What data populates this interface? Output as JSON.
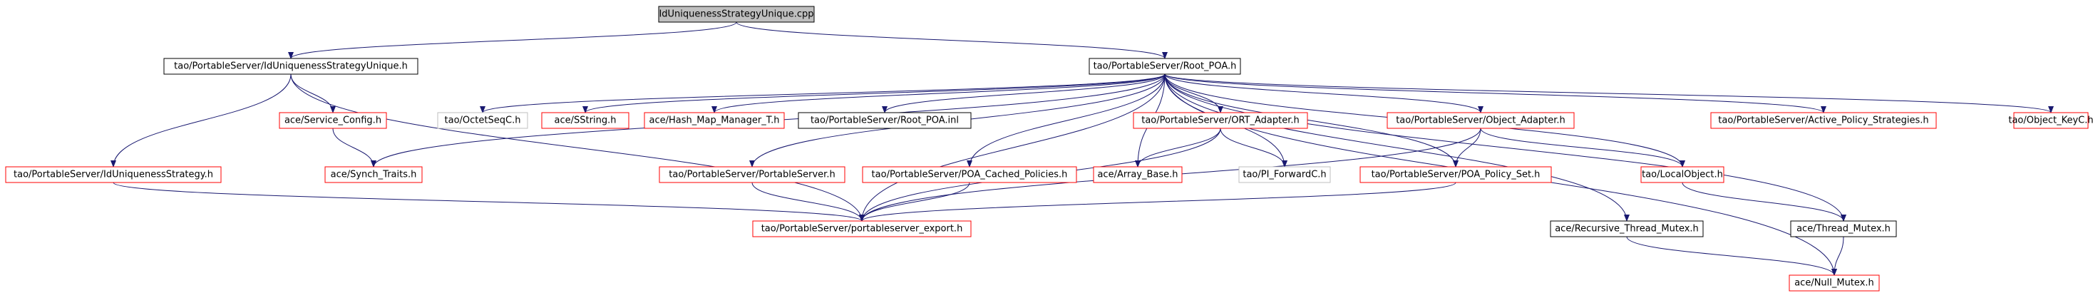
{
  "graph": {
    "colors": {
      "edge": "#191970",
      "root_fill": "#bfbfbf",
      "root_border": "#000000",
      "documented_border": "#000000",
      "undocumented_border": "#ff0000",
      "external_border": "#bfbfbf",
      "node_fill": "#ffffff"
    },
    "nodes": [
      {
        "id": "n0",
        "label": "IdUniquenessStrategyUnique.cpp",
        "kind": "root"
      },
      {
        "id": "n1",
        "label": "tao/PortableServer/IdUniquenessStrategyUnique.h",
        "kind": "documented"
      },
      {
        "id": "n2",
        "label": "tao/PortableServer/Root_POA.h",
        "kind": "documented"
      },
      {
        "id": "n3",
        "label": "ace/Service_Config.h",
        "kind": "undocumented"
      },
      {
        "id": "n4",
        "label": "tao/PortableServer/IdUniquenessStrategy.h",
        "kind": "undocumented"
      },
      {
        "id": "n5",
        "label": "ace/Synch_Traits.h",
        "kind": "undocumented"
      },
      {
        "id": "n6",
        "label": "tao/OctetSeqC.h",
        "kind": "external"
      },
      {
        "id": "n7",
        "label": "ace/SString.h",
        "kind": "undocumented"
      },
      {
        "id": "n8",
        "label": "ace/Hash_Map_Manager_T.h",
        "kind": "undocumented"
      },
      {
        "id": "n9",
        "label": "tao/PortableServer/Root_POA.inl",
        "kind": "documented"
      },
      {
        "id": "n10",
        "label": "tao/PortableServer/ORT_Adapter.h",
        "kind": "undocumented"
      },
      {
        "id": "n11",
        "label": "tao/PortableServer/Object_Adapter.h",
        "kind": "undocumented"
      },
      {
        "id": "n12",
        "label": "tao/PortableServer/Active_Policy_Strategies.h",
        "kind": "undocumented"
      },
      {
        "id": "n13",
        "label": "tao/Object_KeyC.h",
        "kind": "undocumented"
      },
      {
        "id": "n14",
        "label": "tao/PortableServer/PortableServer.h",
        "kind": "undocumented"
      },
      {
        "id": "n15",
        "label": "tao/PortableServer/POA_Cached_Policies.h",
        "kind": "undocumented"
      },
      {
        "id": "n16",
        "label": "ace/Array_Base.h",
        "kind": "undocumented"
      },
      {
        "id": "n17",
        "label": "tao/PI_ForwardC.h",
        "kind": "external"
      },
      {
        "id": "n18",
        "label": "tao/PortableServer/POA_Policy_Set.h",
        "kind": "undocumented"
      },
      {
        "id": "n19",
        "label": "tao/LocalObject.h",
        "kind": "undocumented"
      },
      {
        "id": "n20",
        "label": "tao/PortableServer/portableserver_export.h",
        "kind": "undocumented"
      },
      {
        "id": "n21",
        "label": "ace/Recursive_Thread_Mutex.h",
        "kind": "documented"
      },
      {
        "id": "n22",
        "label": "ace/Thread_Mutex.h",
        "kind": "documented"
      },
      {
        "id": "n23",
        "label": "ace/Null_Mutex.h",
        "kind": "undocumented"
      }
    ],
    "edges": [
      {
        "from": "n0",
        "to": "n1"
      },
      {
        "from": "n0",
        "to": "n2"
      },
      {
        "from": "n1",
        "to": "n3"
      },
      {
        "from": "n1",
        "to": "n4"
      },
      {
        "from": "n1",
        "to": "n20"
      },
      {
        "from": "n3",
        "to": "n5"
      },
      {
        "from": "n4",
        "to": "n20"
      },
      {
        "from": "n2",
        "to": "n5"
      },
      {
        "from": "n2",
        "to": "n6"
      },
      {
        "from": "n2",
        "to": "n7"
      },
      {
        "from": "n2",
        "to": "n8"
      },
      {
        "from": "n2",
        "to": "n9"
      },
      {
        "from": "n2",
        "to": "n10"
      },
      {
        "from": "n2",
        "to": "n11"
      },
      {
        "from": "n2",
        "to": "n12"
      },
      {
        "from": "n2",
        "to": "n13"
      },
      {
        "from": "n2",
        "to": "n14"
      },
      {
        "from": "n2",
        "to": "n15"
      },
      {
        "from": "n2",
        "to": "n16"
      },
      {
        "from": "n2",
        "to": "n17"
      },
      {
        "from": "n2",
        "to": "n18"
      },
      {
        "from": "n2",
        "to": "n19"
      },
      {
        "from": "n2",
        "to": "n20"
      },
      {
        "from": "n2",
        "to": "n21"
      },
      {
        "from": "n2",
        "to": "n22"
      },
      {
        "from": "n2",
        "to": "n23"
      },
      {
        "from": "n10",
        "to": "n16"
      },
      {
        "from": "n10",
        "to": "n17"
      },
      {
        "from": "n10",
        "to": "n20"
      },
      {
        "from": "n11",
        "to": "n18"
      },
      {
        "from": "n11",
        "to": "n19"
      },
      {
        "from": "n11",
        "to": "n20"
      },
      {
        "from": "n14",
        "to": "n20"
      },
      {
        "from": "n15",
        "to": "n20"
      },
      {
        "from": "n18",
        "to": "n20"
      },
      {
        "from": "n19",
        "to": "n22"
      },
      {
        "from": "n21",
        "to": "n23"
      },
      {
        "from": "n22",
        "to": "n23"
      }
    ]
  }
}
